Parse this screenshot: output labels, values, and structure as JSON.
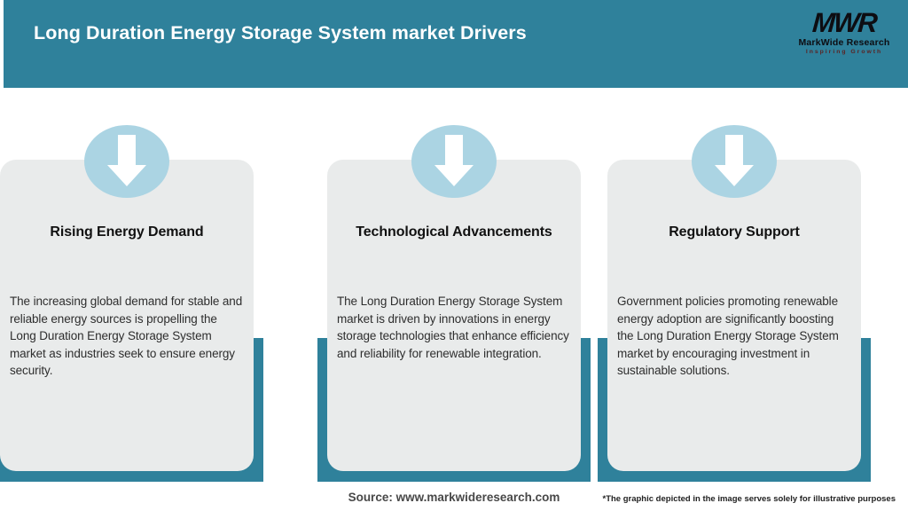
{
  "header": {
    "title": "Long Duration Energy Storage System market Drivers",
    "logo": {
      "monogram": "MWR",
      "name": "MarkWide Research",
      "tagline": "Inspiring Growth"
    }
  },
  "cards": [
    {
      "title": "Technological Advancements",
      "body": "The Long Duration Energy Storage System market is driven by innovations in energy storage technologies that enhance efficiency and reliability for renewable integration."
    },
    {
      "title": "Regulatory Support",
      "body": "Government policies promoting renewable energy adoption are significantly boosting the Long Duration Energy Storage System market by encouraging investment in sustainable solutions."
    },
    {
      "title": "Rising Energy Demand",
      "body": "The increasing global demand for stable and reliable energy sources is propelling the Long Duration Energy Storage System market as industries seek to ensure energy security."
    }
  ],
  "footer": {
    "source": "Source: www.markwideresearch.com",
    "disclaimer": "*The graphic depicted in the image serves solely for illustrative purposes"
  },
  "icons": {
    "card_badge": "down-arrow-icon"
  },
  "colors": {
    "header_teal": "#2F819B",
    "pedestal_teal": "#2F819B",
    "circle_blue": "#ABD4E3",
    "card_gray": "#E9EBEB",
    "title_text": "#111111",
    "body_text": "#2E2E2E",
    "logo_black": "#0D0D12",
    "tagline_maroon": "#5A2424"
  }
}
